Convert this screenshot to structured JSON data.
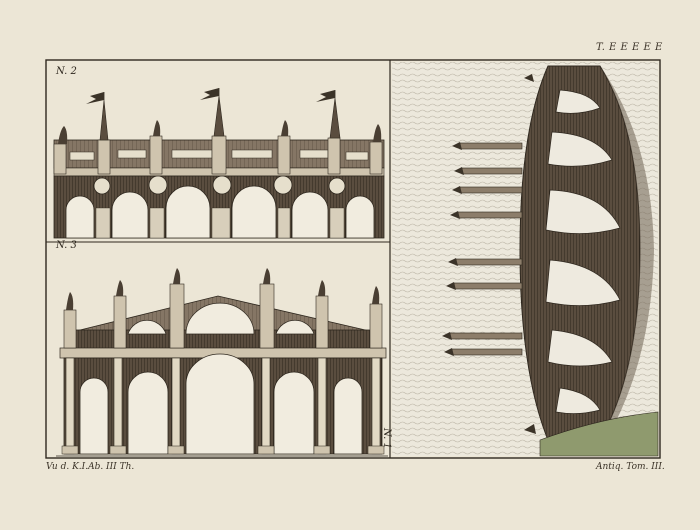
{
  "plate": {
    "plate_number": "T. E E E E E",
    "caption_left": "Vu d. K.I.Ab. III Th.",
    "caption_right": "Antiq. Tom. III.",
    "figure_labels": {
      "fig2": "N. 2",
      "fig3": "N. 3",
      "fig1": "N. 1"
    }
  },
  "colors": {
    "paper": "#ece6d6",
    "ink": "#3b3328",
    "stone_dark": "#4a3f33",
    "stone_mid": "#7a6c5a",
    "water": "#e9e4d8",
    "grass": "#8f9a6e"
  },
  "icons": {
    "flag": "pennant-flag-icon",
    "statue": "statue-icon"
  }
}
